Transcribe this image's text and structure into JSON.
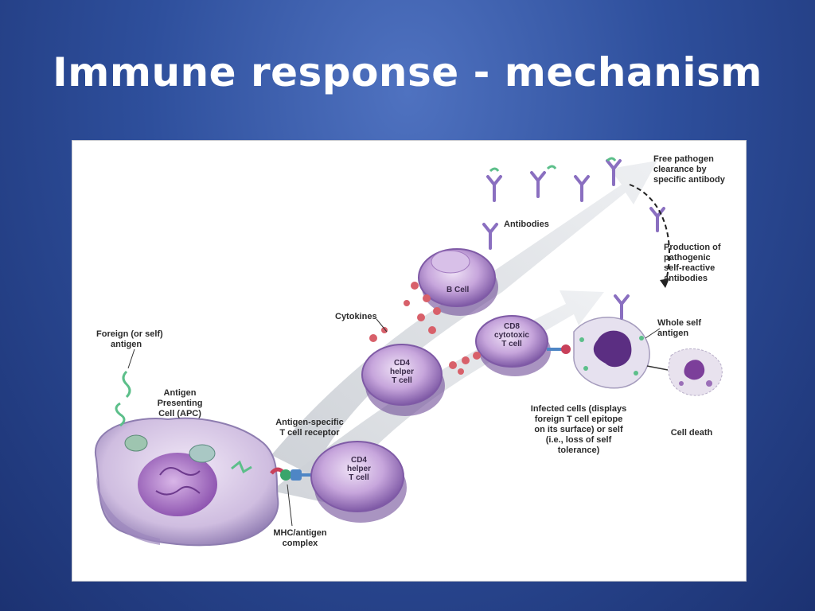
{
  "title": "Immune response - mechanism",
  "labels": {
    "free_pathogen": [
      "Free pathogen",
      "clearance by",
      "specific antibody"
    ],
    "antibodies": [
      "Antibodies"
    ],
    "production": [
      "Production of",
      "pathogenic",
      "self-reactive",
      "antibodies"
    ],
    "b_cell": [
      "B Cell"
    ],
    "cytokines": [
      "Cytokines"
    ],
    "foreign_antigen": [
      "Foreign (or self)",
      "antigen"
    ],
    "cd8": [
      "CD8",
      "cytotoxic",
      "T cell"
    ],
    "whole_self_antigen": [
      "Whole self",
      "antigen"
    ],
    "cd4_upper": [
      "CD4",
      "helper",
      "T cell"
    ],
    "apc": [
      "Antigen",
      "Presenting",
      "Cell (APC)"
    ],
    "tcr": [
      "Antigen-specific",
      "T cell receptor"
    ],
    "infected_cells": [
      "Infected cells (displays",
      "foreign T cell epitope",
      "on its surface) or self",
      "(i.e., loss of self",
      "tolerance)"
    ],
    "cell_death": [
      "Cell death"
    ],
    "cd4_lower": [
      "CD4",
      "helper",
      "T cell"
    ],
    "mhc": [
      "MHC/antigen",
      "complex"
    ]
  },
  "colors": {
    "cell_purple": "#b892cf",
    "nucleus": "#9a5fb5",
    "arrow_gray": "#d2d5da",
    "cytokine_red": "#d8606a",
    "antibody_purple": "#8a6fc0",
    "antigen_green": "#5cbf8a"
  }
}
